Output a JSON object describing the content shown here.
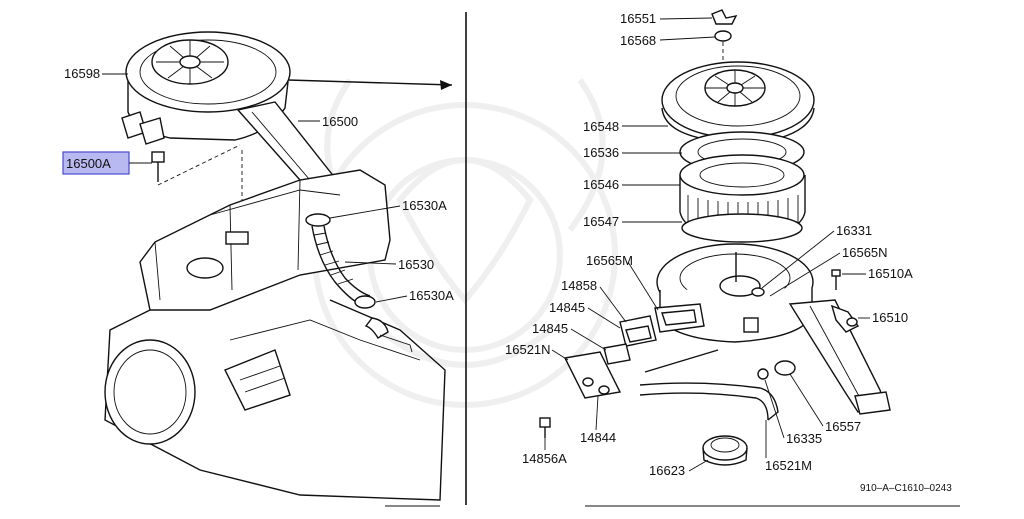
{
  "diagram_code": "910–A–C1610–0243",
  "highlighted_part": "16500A",
  "highlight_color": "#b9b9f2",
  "left_labels": {
    "p16598": "16598",
    "p16500": "16500",
    "p16500A": "16500A",
    "p16530A_top": "16530A",
    "p16530": "16530",
    "p16530A_bot": "16530A"
  },
  "right_labels": {
    "p16551": "16551",
    "p16568": "16568",
    "p16548": "16548",
    "p16536": "16536",
    "p16546": "16546",
    "p16547": "16547",
    "p16331": "16331",
    "p16565N": "16565N",
    "p16565M": "16565M",
    "p16510A": "16510A",
    "p14858": "14858",
    "p14845a": "14845",
    "p16510": "16510",
    "p14845b": "14845",
    "p16521N": "16521N",
    "p16557": "16557",
    "p16335": "16335",
    "p14844": "14844",
    "p16521M": "16521M",
    "p14856A": "14856A",
    "p16623": "16623"
  }
}
